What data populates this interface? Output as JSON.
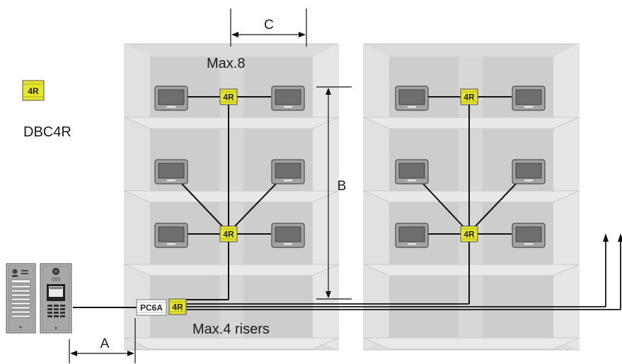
{
  "legend": {
    "symbol_label": "4R",
    "model_name": "DBC4R"
  },
  "labels": {
    "max_monitors": "Max.8",
    "max_risers": "Max.4 risers",
    "dim_a": "A",
    "dim_b": "B",
    "dim_c": "C",
    "power_supply": "PC6A",
    "distributor": "4R"
  },
  "colors": {
    "distributor_fill": "#e6e62a",
    "building": "#d2d2d2",
    "monitor_body": "#9a9a9a",
    "monitor_screen": "#6b6b6b",
    "wire": "#111111"
  },
  "icons": [
    "monitor-icon",
    "door-station-icon",
    "camera-panel-icon",
    "arrow-up-icon"
  ]
}
